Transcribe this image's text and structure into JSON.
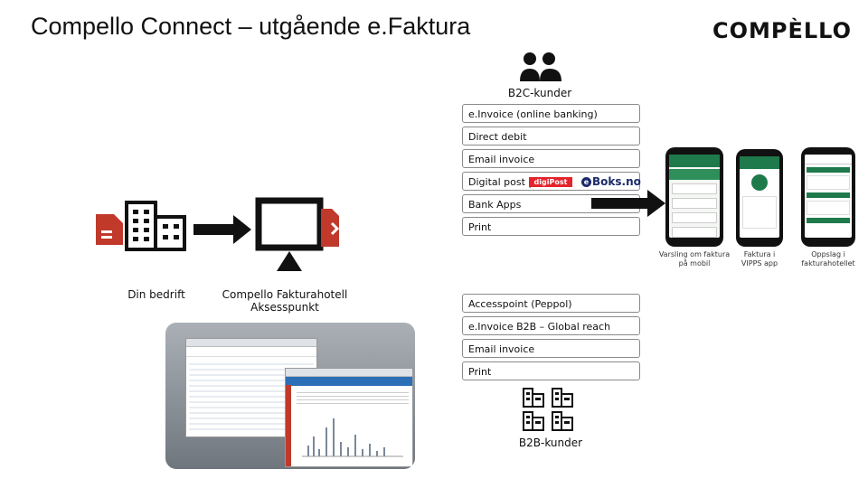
{
  "title": "Compello Connect – utgående e.Faktura",
  "logo": "COMPÈLLO",
  "b2c": {
    "label": "B2C-kunder",
    "channels": [
      "e.Invoice (online banking)",
      "Direct debit",
      "Email invoice",
      "Digital post |",
      "Bank Apps",
      "Print"
    ],
    "badge_digipost": "digiPost",
    "badge_boks": "Boks.no"
  },
  "b2b": {
    "label": "B2B-kunder",
    "channels": [
      "Accesspoint (Peppol)",
      "e.Invoice B2B – Global reach",
      "Email invoice",
      "Print"
    ]
  },
  "nodes": {
    "company": "Din bedrift",
    "hotel_line1": "Compello Fakturahotell",
    "hotel_line2": "Aksesspunkt"
  },
  "phones": [
    {
      "caption_line1": "Varsling om faktura",
      "caption_line2": "på mobil"
    },
    {
      "caption_line1": "Faktura i",
      "caption_line2": "VIPPS app"
    },
    {
      "caption_line1": "Oppslag i",
      "caption_line2": "fakturahotellet"
    }
  ],
  "colors": {
    "accent_red": "#c0392b",
    "icon_dark": "#111111",
    "app_green": "#1e7a4a",
    "digipost_red": "#e4232c",
    "boks_blue": "#1b2a6b"
  }
}
